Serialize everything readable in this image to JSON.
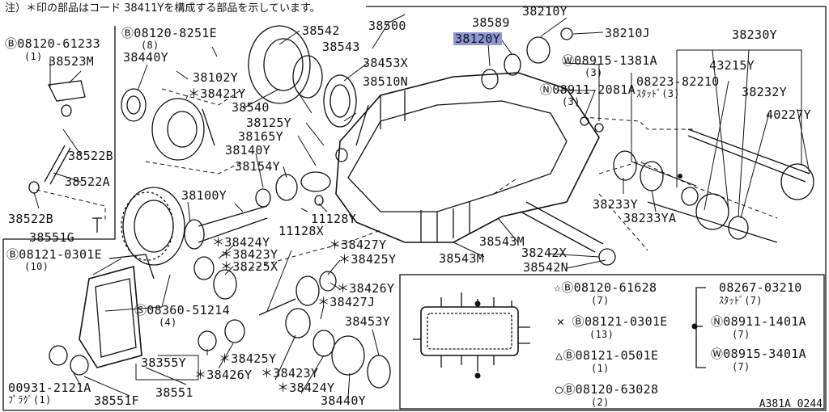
{
  "note": "注）＊印の部品はコード 38411Yを構成する部品を示しています。",
  "figure_code": "A381A 0244",
  "highlighted_part": "38120Y",
  "labels": {
    "p38500": "38500",
    "p38542": "38542",
    "p38589": "38589",
    "p38210Y": "38210Y",
    "p38120Y": "38120Y",
    "p38210J": "38210J",
    "p38230Y": "38230Y",
    "b08120_61233": "Ⓑ08120-61233",
    "b08120_61233_qty": "(1)",
    "b08120_8251E": "Ⓑ08120-8251E",
    "b08120_8251E_qty": "(8)",
    "p38523M": "38523M",
    "p38440Y_top": "38440Y",
    "p38543": "38543",
    "p38453X": "38453X",
    "w08915_1381A": "Ⓦ08915-1381A",
    "w08915_1381A_qty": "(3)",
    "p43215Y": "43215Y",
    "p38102Y": "38102Y",
    "p38510N": "38510N",
    "n08911_2081A": "Ⓝ08911-2081A",
    "n08911_2081A_qty": "(3)",
    "p08223_82210": "08223-82210",
    "stud3": "ｽﾀｯﾄﾞ(3)",
    "p38232Y": "38232Y",
    "p38421Y": "＊38421Y",
    "p38540": "38540",
    "p40227Y": "40227Y",
    "p38125Y": "38125Y",
    "p38165Y": "38165Y",
    "p38522B_top": "38522B",
    "p38140Y": "38140Y",
    "p38522A": "38522A",
    "p38154Y": "38154Y",
    "p38100Y": "38100Y",
    "p38233Y": "38233Y",
    "p38233YA": "38233YA",
    "p38522B_bot": "38522B",
    "p11128Y": "11128Y",
    "p11128X": "11128X",
    "p38551G": "38551G",
    "p38424Y_a": "＊38424Y",
    "p38543M_r": "38543M",
    "p38242X": "38242X",
    "p38543M_l": "38543M",
    "p38427Y": "＊38427Y",
    "p38542N": "38542N",
    "b08121_0301E": "Ⓑ08121-0301E",
    "b08121_0301E_qty": "(10)",
    "p38423Y_a": "＊38423Y",
    "p38225X": "＊38225X",
    "p38425Y_a": "＊38425Y",
    "p38426Y_a": "＊38426Y",
    "s08360_51214": "Ⓢ08360-51214",
    "s08360_51214_qty": "(4)",
    "p38427J": "＊38427J",
    "p38453Y": "38453Y",
    "p38425Y_b": "＊38425Y",
    "p38355Y": "38355Y",
    "p38426Y_b": "＊38426Y",
    "p38423Y_b": "＊38423Y",
    "p00931_2121A": "00931-2121A",
    "plug1": "ﾌﾟﾗｸﾞ(1)",
    "p38551": "38551",
    "p38424Y_b": "＊38424Y",
    "p38551F": "38551F",
    "p38440Y_bot": "38440Y"
  },
  "legend": {
    "star_label": "☆Ⓑ08120-61628",
    "star_qty": "(7)",
    "cross_label": "✕ Ⓑ08121-0301E",
    "cross_qty": "(13)",
    "tri_label": "△Ⓑ08121-0501E",
    "tri_qty": "(1)",
    "circ_label": "○Ⓑ08120-63028",
    "circ_qty": "(2)",
    "dot_a": "08267-03210",
    "dot_a_sub": "ｽﾀｯﾄﾞ(7)",
    "dot_b": "Ⓝ08911-1401A",
    "dot_b_qty": "(7)",
    "dot_c": "Ⓦ08915-3401A",
    "dot_c_qty": "(7)"
  }
}
